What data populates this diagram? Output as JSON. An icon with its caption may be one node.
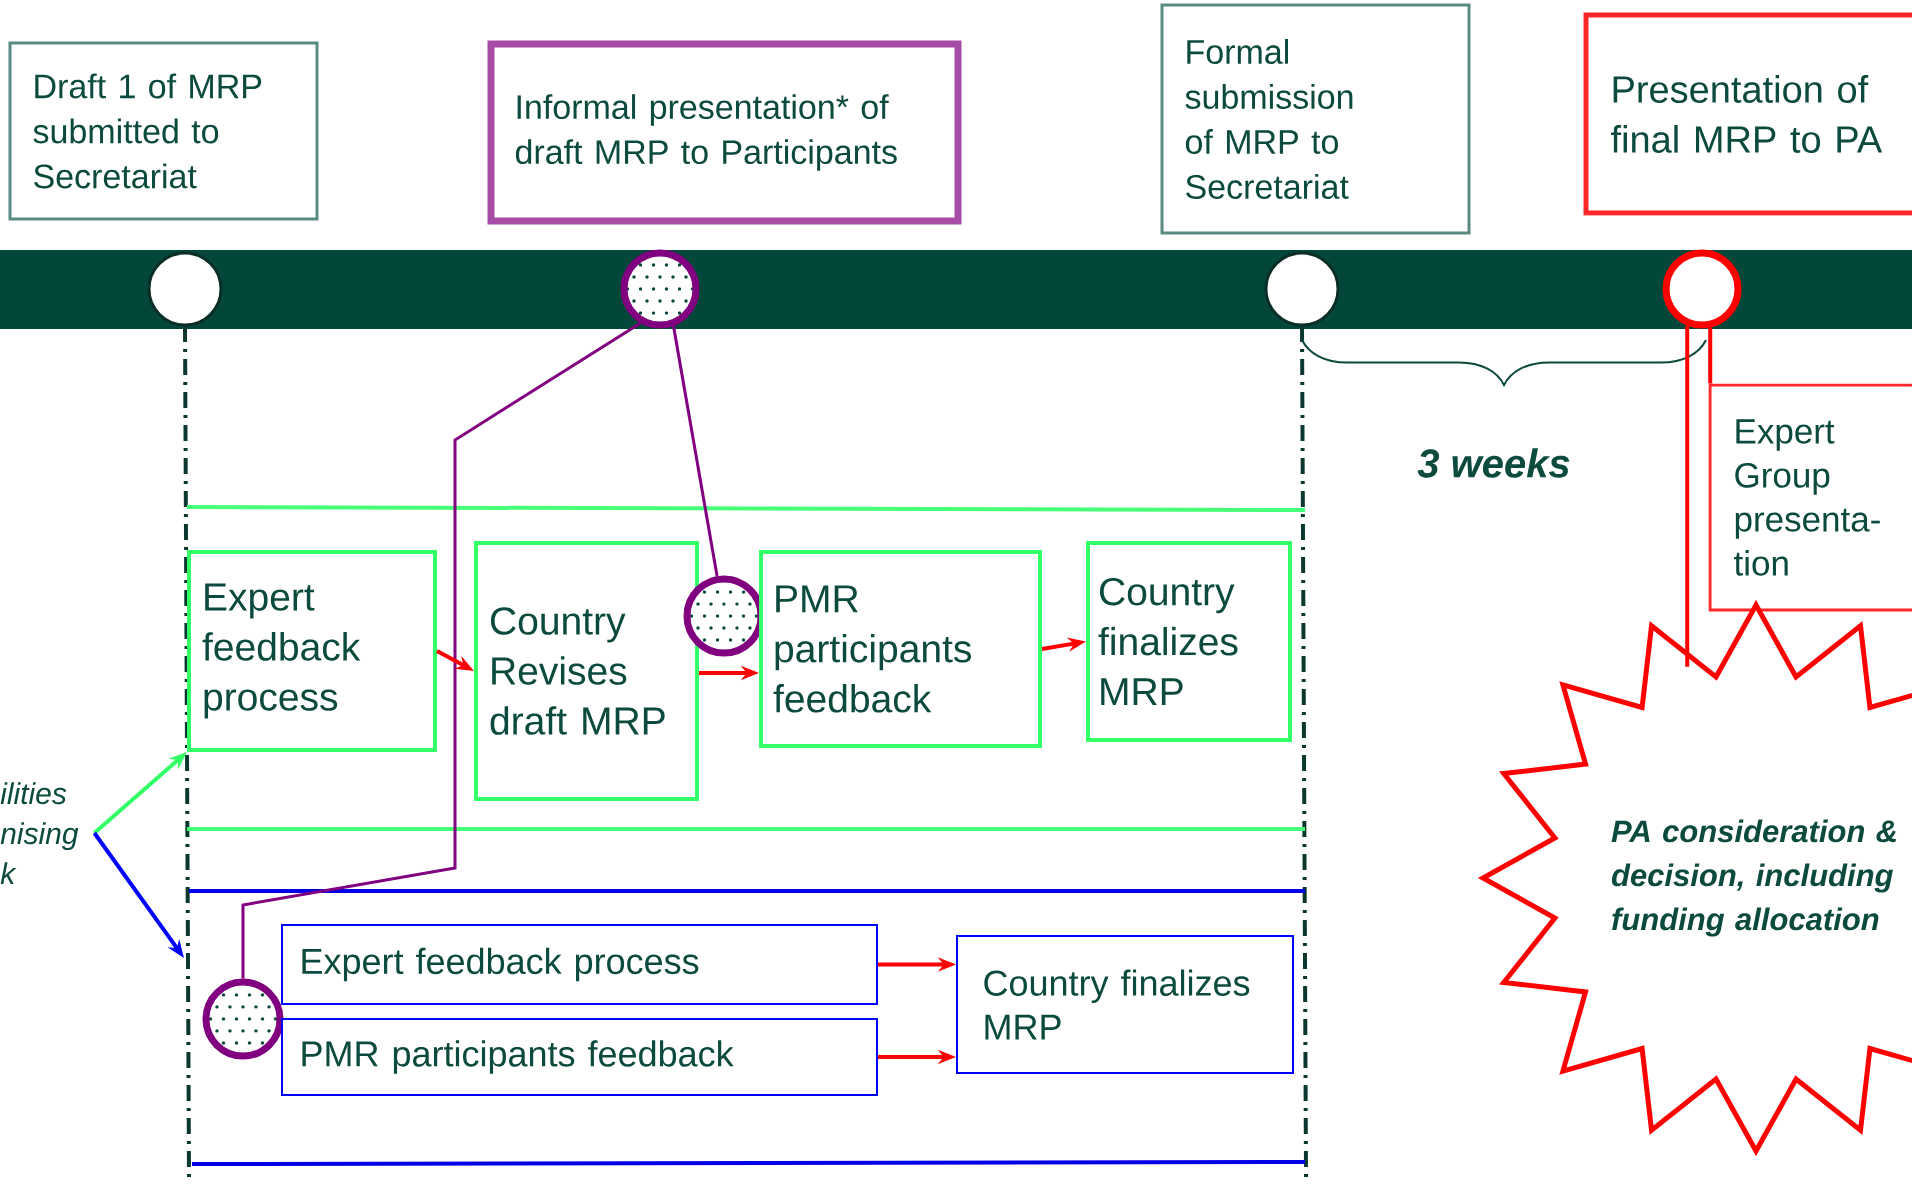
{
  "diagram": {
    "nodes": [
      {
        "text": [
          "Draft 1 of MRP submitted to Secretariat"
        ]
      },
      {
        "text": [
          "Informal presentation* of draft MRP to Participants"
        ]
      },
      {
        "text": [
          "Formal submission of MRP to Secretariat"
        ]
      },
      {
        "text": [
          "Presentation of final MRP to PA"
        ]
      },
      {
        "text": [],
        "shape": "circle"
      },
      {
        "text": [],
        "shape": "circle"
      },
      {
        "text": [],
        "shape": "circle"
      },
      {
        "text": [],
        "shape": "circle"
      },
      {
        "text": [
          "Expert feedback process"
        ]
      },
      {
        "text": [
          "Country Revises draft MRP"
        ]
      },
      {
        "text": [],
        "shape": "circle"
      },
      {
        "text": [
          "PMR participants feedback"
        ]
      },
      {
        "text": [
          "Country finalizes MRP"
        ]
      },
      {
        "text": [],
        "shape": "circle"
      },
      {
        "text": [
          "Expert feedback process"
        ]
      },
      {
        "text": [
          "PMR participants feedback"
        ]
      },
      {
        "text": [
          "Country finalizes MRP"
        ]
      },
      {
        "text": [
          "Expert Group presenta-tion"
        ]
      },
      {
        "text": [
          "PA consideration & decision, including funding allocation"
        ]
      },
      {
        "text": [
          "ilities nising k"
        ]
      }
    ],
    "edges": [
      {
        "from": 5,
        "to": 10,
        "arrow": "none",
        "color": "#800080"
      },
      {
        "from": 5,
        "to": 13,
        "arrow": "none",
        "color": "#800080"
      },
      {
        "from": 8,
        "to": 9,
        "arrow": "to"
      },
      {
        "from": 9,
        "to": 11,
        "arrow": "to"
      },
      {
        "from": 11,
        "to": 12,
        "arrow": "to"
      },
      {
        "from": 14,
        "to": 16,
        "arrow": "to"
      },
      {
        "from": 15,
        "to": 16,
        "arrow": "to"
      },
      {
        "from": 7,
        "to": 17,
        "arrow": "none"
      },
      {
        "from": 7,
        "to": 18,
        "arrow": "none"
      },
      {
        "from": 19,
        "to": 8,
        "arrow": "to",
        "color": "#33ff66"
      },
      {
        "from": 19,
        "to": null,
        "arrow": "to",
        "color": "#0000ff"
      }
    ],
    "labels": [
      "3 weeks"
    ]
  }
}
